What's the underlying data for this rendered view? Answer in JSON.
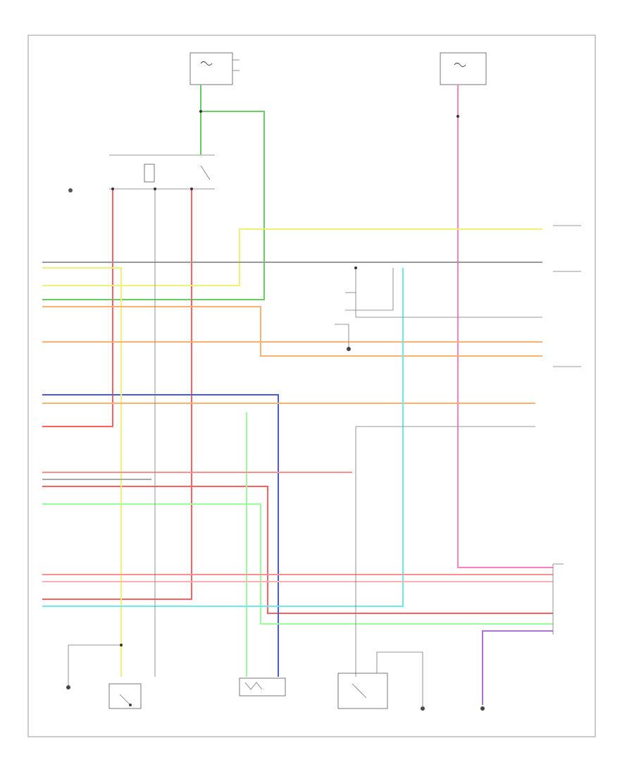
{
  "diagram": {
    "page_code": "",
    "colors": {
      "pink": "#ff80c0",
      "green": "#66cc66",
      "lightgreen": "#99ff99",
      "red": "#ff6060",
      "blue": "#4a5ad0",
      "orange": "#ffb070",
      "yellow": "#f2f270",
      "cyan": "#66eeee",
      "grey": "#999999",
      "darkgrey": "#555555",
      "purple": "#b070d0",
      "salmon": "#ff9090"
    },
    "wires": [
      {
        "id": "pink-main",
        "color": "pink"
      },
      {
        "id": "green-top",
        "color": "green"
      },
      {
        "id": "red-left",
        "color": "red"
      },
      {
        "id": "red-right",
        "color": "red"
      },
      {
        "id": "blue",
        "color": "blue"
      },
      {
        "id": "yellow",
        "color": "yellow"
      },
      {
        "id": "orange",
        "color": "orange"
      },
      {
        "id": "cyan",
        "color": "cyan"
      },
      {
        "id": "lightgreen",
        "color": "lightgreen"
      },
      {
        "id": "purple",
        "color": "purple"
      }
    ]
  }
}
